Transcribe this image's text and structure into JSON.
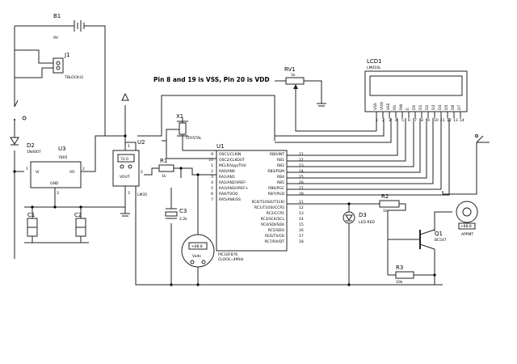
{
  "note": "Pin 8  and 19 is VSS, Pin 20 is VDD",
  "components": {
    "b1": {
      "ref": "B1",
      "value": "9V"
    },
    "j1": {
      "ref": "J1",
      "value": "TBLOCK-I2"
    },
    "d2": {
      "ref": "D2",
      "value": "1N4007"
    },
    "u3": {
      "ref": "U3",
      "value": "7805",
      "pin_vi": "VI",
      "pin_vo": "VO",
      "pin_gnd": "GND",
      "n1": "1",
      "n2": "2",
      "n3": "3"
    },
    "c1": {
      "ref": "C1"
    },
    "c2": {
      "ref": "C2"
    },
    "u2": {
      "ref": "U2",
      "value": "LM35",
      "display": "72.0",
      "pin_vout": "VOUT",
      "n1": "1",
      "n2": "2",
      "n3": "3"
    },
    "r1": {
      "ref": "R1",
      "value": "1k"
    },
    "x1": {
      "ref": "X1",
      "value": "CRYSTAL"
    },
    "c3": {
      "ref": "C3",
      "value": "2.2k"
    },
    "meter": {
      "reading": "+88.8",
      "unit": "Volts"
    },
    "rv1": {
      "ref": "RV1",
      "value": "1k"
    },
    "lcd1": {
      "ref": "LCD1",
      "value": "LM016L"
    },
    "u1": {
      "ref": "U1",
      "part": "PIC16F876",
      "clock": "CLOCK=4MHz"
    },
    "r2": {
      "ref": "R2",
      "value": "1k"
    },
    "d3": {
      "ref": "D3",
      "value": "LED-RED"
    },
    "q1": {
      "ref": "Q1",
      "value": "BC547"
    },
    "r3": {
      "ref": "R3",
      "value": "10k"
    },
    "motor": {
      "reading": "+88.8",
      "value": "APPMT"
    }
  },
  "u1_left_pins": [
    {
      "num": "9",
      "name": "OSC1/CLKIN"
    },
    {
      "num": "10",
      "name": "OSC2/CLKOUT"
    },
    {
      "num": "1",
      "name": "MCLR/Vpp/THV"
    },
    {
      "num": "2",
      "name": "RA0/AN0"
    },
    {
      "num": "3",
      "name": "RA1/AN1"
    },
    {
      "num": "4",
      "name": "RA2/AN2/VREF-"
    },
    {
      "num": "5",
      "name": "RA3/AN3/VREF+"
    },
    {
      "num": "6",
      "name": "RA4/T0CKI"
    },
    {
      "num": "7",
      "name": "RA5/AN4/SS"
    }
  ],
  "u1_right_pins_top": [
    {
      "num": "21",
      "name": "RB0/INT"
    },
    {
      "num": "22",
      "name": "RB1"
    },
    {
      "num": "23",
      "name": "RB2"
    },
    {
      "num": "24",
      "name": "RB3/PGM"
    },
    {
      "num": "25",
      "name": "RB4"
    },
    {
      "num": "26",
      "name": "RB5"
    },
    {
      "num": "27",
      "name": "RB6/PGC"
    },
    {
      "num": "28",
      "name": "RB7/PGD"
    }
  ],
  "u1_right_pins_bottom": [
    {
      "num": "11",
      "name": "RC0/T1OSO/T1CKI"
    },
    {
      "num": "12",
      "name": "RC1/T1OSI/CCP2"
    },
    {
      "num": "13",
      "name": "RC2/CCP1"
    },
    {
      "num": "14",
      "name": "RC3/SCK/SCL"
    },
    {
      "num": "15",
      "name": "RC4/SDI/SDA"
    },
    {
      "num": "16",
      "name": "RC5/SDO"
    },
    {
      "num": "17",
      "name": "RC6/TX/CK"
    },
    {
      "num": "18",
      "name": "RC7/RX/DT"
    }
  ],
  "lcd_pins": [
    "VSS",
    "VDD",
    "VEE",
    "RS",
    "RW",
    "E",
    "D0",
    "D1",
    "D2",
    "D3",
    "D4",
    "D5",
    "D6",
    "D7"
  ],
  "lcd_pin_numbers": [
    "1",
    "2",
    "3",
    "4",
    "5",
    "6",
    "7",
    "8",
    "9",
    "10",
    "11",
    "12",
    "13",
    "14"
  ]
}
